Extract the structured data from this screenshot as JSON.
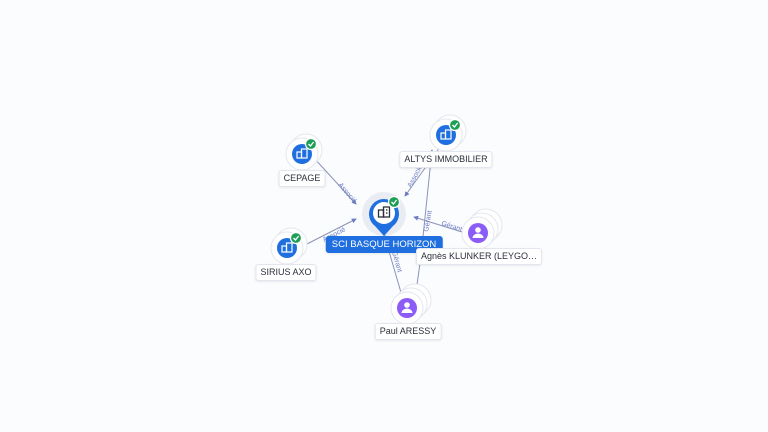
{
  "colors": {
    "company": "#1f6fe0",
    "person": "#8b5cf6",
    "check": "#1e9e57",
    "edge": "#8a93b8",
    "edge_label": "#6c7cc2"
  },
  "nodes": {
    "center": {
      "label": "SCI BASQUE HORIZON",
      "icon": "building-icon",
      "verified": true
    },
    "cepage": {
      "label": "CEPAGE",
      "icon": "building-icon",
      "verified": true
    },
    "altys": {
      "label": "ALTYS IMMOBILIER",
      "icon": "building-icon",
      "verified": true
    },
    "sirius": {
      "label": "SIRIUS AXO",
      "icon": "building-icon",
      "verified": true
    },
    "agnes": {
      "label": "Agnès KLUNKER (LEYGO…",
      "icon": "person-icon"
    },
    "paul": {
      "label": "Paul ARESSY",
      "icon": "person-icon"
    }
  },
  "edges": {
    "cepage_center": "Associé",
    "altys_center": "Associé",
    "sirius_center": "Associé",
    "agnes_center": "Gérant",
    "agnes_altys": "Gérant",
    "paul_center": "Gérant"
  }
}
